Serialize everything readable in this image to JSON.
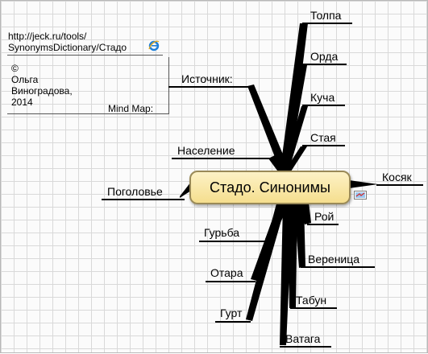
{
  "central": {
    "label": "Стадо. Синонимы"
  },
  "source": {
    "label": "Источник:",
    "url_line1": "http://jeck.ru/tools/",
    "url_line2": "SynonymsDictionary/Стадо",
    "author_line1": "©",
    "author_line2": "Ольга",
    "author_line3": "Виноградова,",
    "author_line4": "2014",
    "mindmap_label": "Mind Map:"
  },
  "branches": {
    "tolpa": "Толпа",
    "orda": "Орда",
    "kucha": "Куча",
    "staya": "Стая",
    "kosyak": "Косяк",
    "roy": "Рой",
    "verenitsa": "Вереница",
    "tabun": "Табун",
    "vataga": "Ватага",
    "naselenie": "Население",
    "pogolovie": "Поголовье",
    "gurba": "Гурьба",
    "otara": "Отара",
    "gurt": "Гурт"
  },
  "colors": {
    "node_fill_top": "#fdf2c6",
    "node_fill_bottom": "#f5de8e",
    "node_border": "#9a8a58",
    "branch": "#000000"
  }
}
